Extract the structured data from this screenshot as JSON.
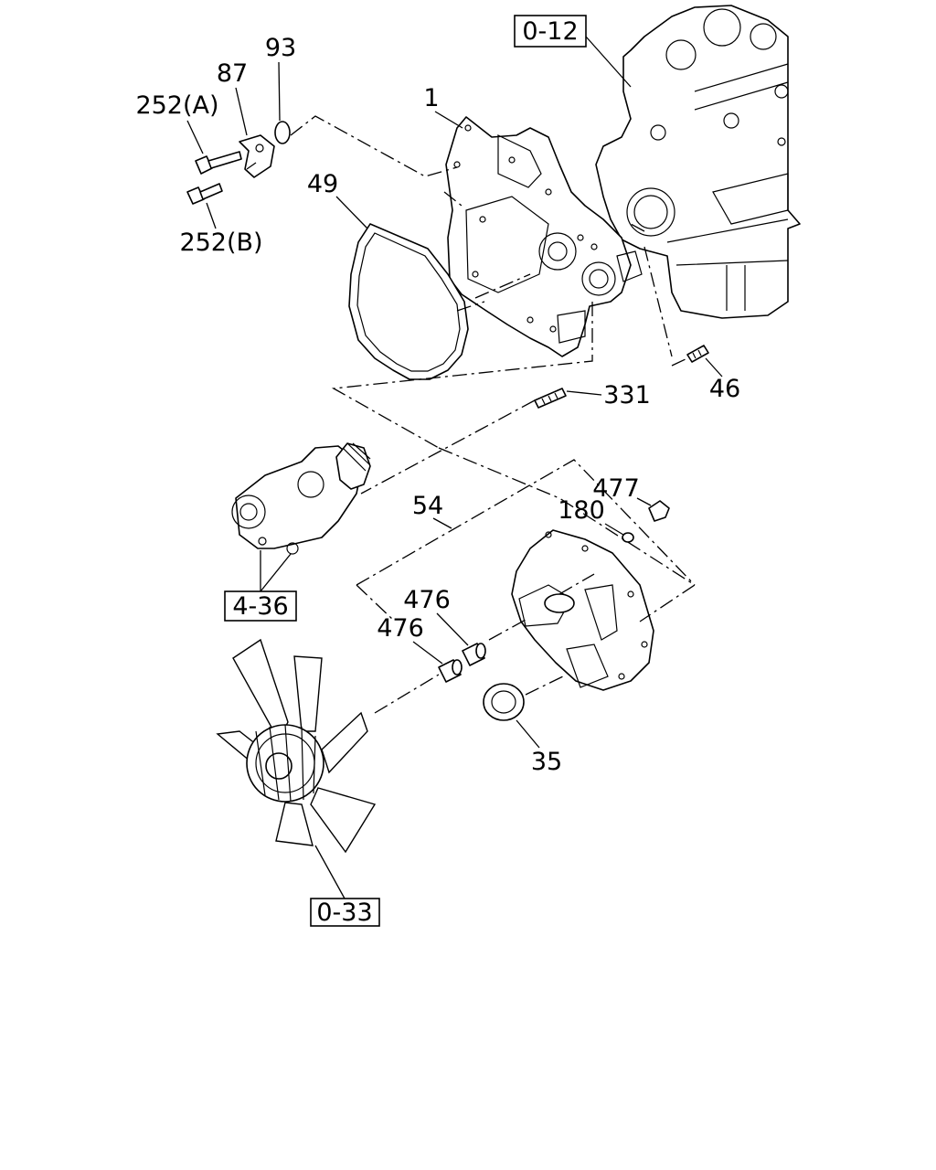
{
  "callouts": {
    "c93": "93",
    "c87": "87",
    "c252a": "252(A)",
    "c252b": "252(B)",
    "c1": "1",
    "c49": "49",
    "c331": "331",
    "c46": "46",
    "c54": "54",
    "c477": "477",
    "c180": "180",
    "c476a": "476",
    "c476b": "476",
    "c35": "35"
  },
  "references": {
    "ref_engine_block": "0-12",
    "ref_pump": "4-36",
    "ref_fan": "0-33"
  }
}
